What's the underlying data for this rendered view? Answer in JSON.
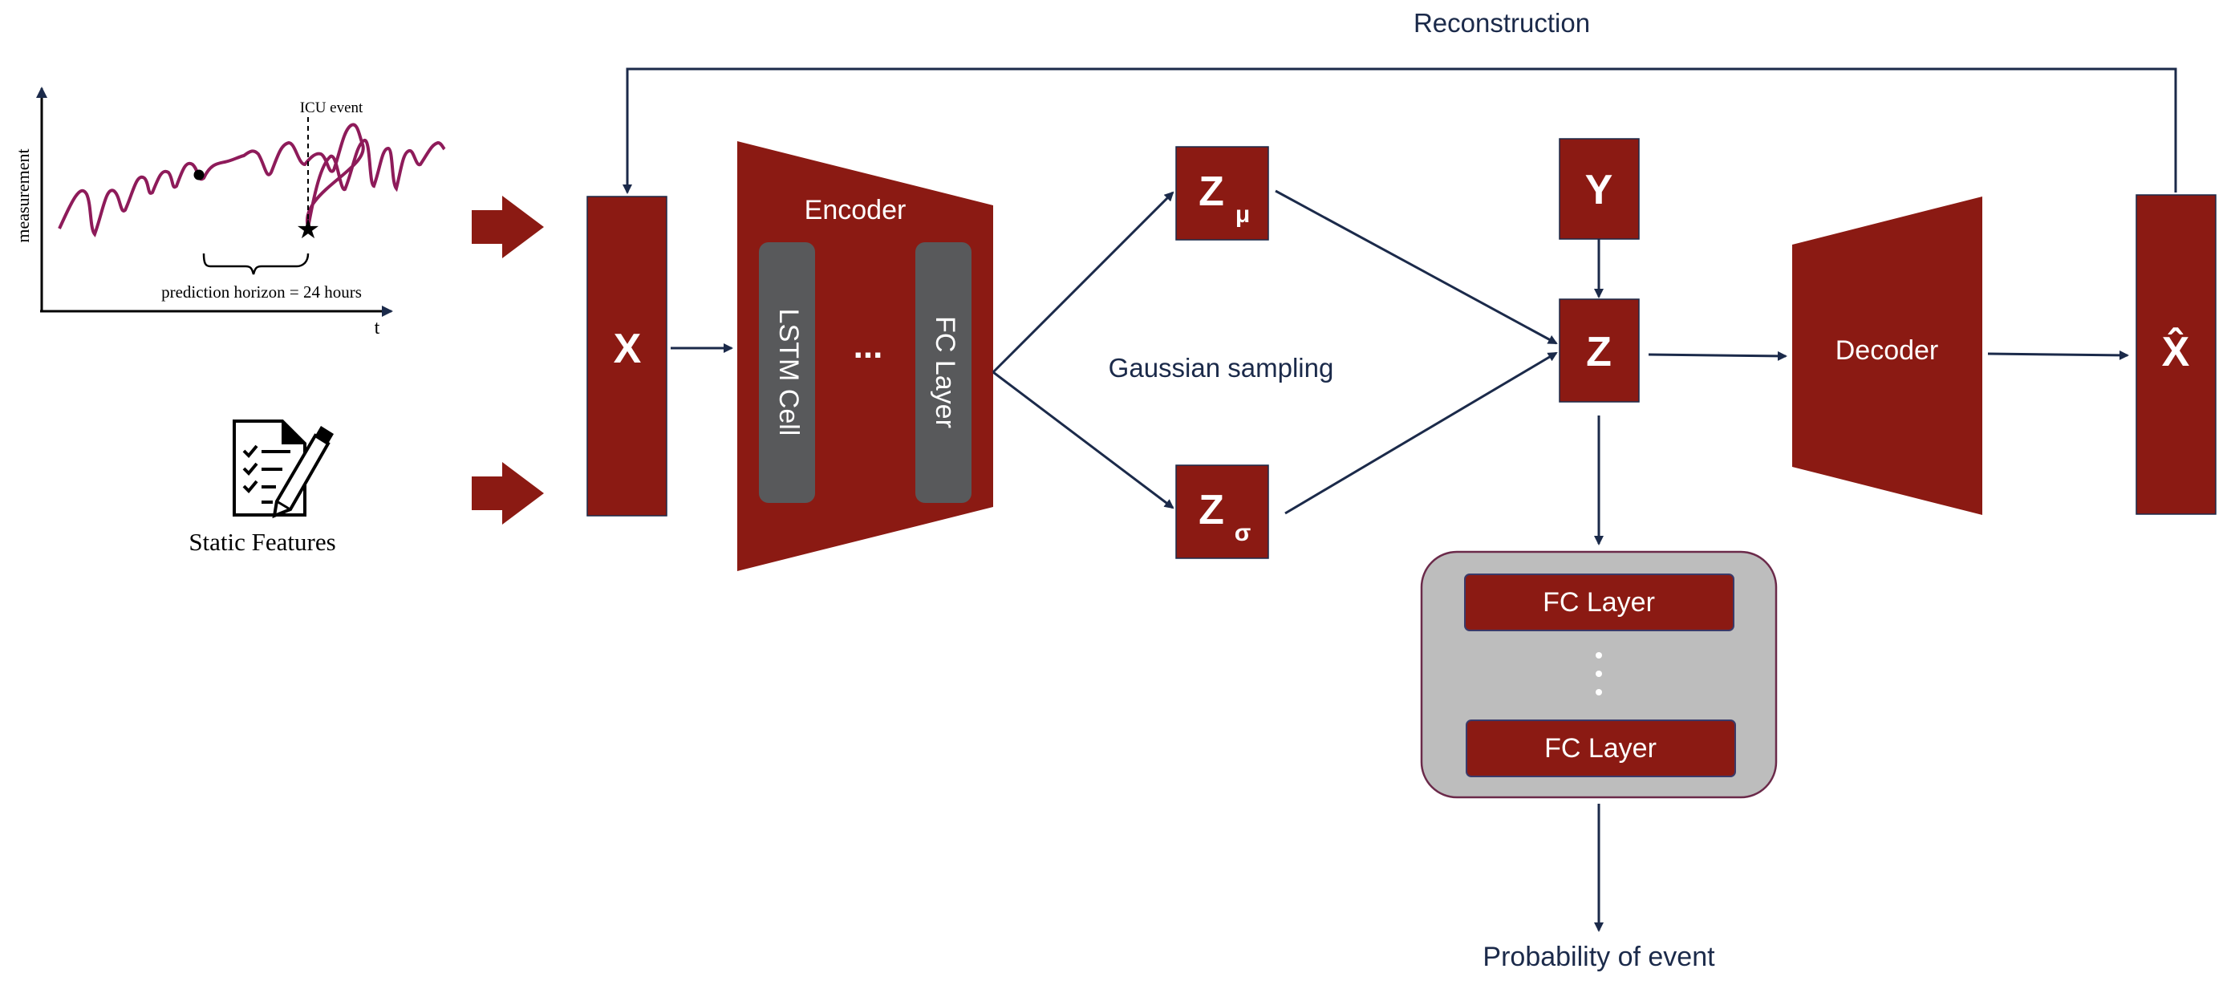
{
  "top_label": "Reconstruction",
  "middle_label": "Gaussian sampling",
  "output_label": "Probability of event",
  "inset_plot": {
    "y_axis_label": "measurement",
    "x_axis_label": "t",
    "event_label": "ICU event",
    "horizon_label": "prediction horizon = 24 hours"
  },
  "static_features_label": "Static Features",
  "input_block": "X",
  "encoder": {
    "title": "Encoder",
    "cell_label": "LSTM Cell",
    "ellipsis": "...",
    "fc_label": "FC Layer"
  },
  "latent": {
    "mu_main": "Z",
    "mu_sub": "μ",
    "sigma_main": "Z",
    "sigma_sub": "σ",
    "z_label": "Z",
    "y_label": "Y"
  },
  "decoder_label": "Decoder",
  "output_block": "X̂",
  "classifier": {
    "top_layer": "FC Layer",
    "ellipsis": ":",
    "bottom_layer": "FC Layer"
  },
  "colors": {
    "block": "#8B1A13",
    "arrow": "#1B2A4A",
    "gray_cell": "#58595B",
    "panel": "#BDBDBD",
    "curve": "#8E1B5A"
  }
}
